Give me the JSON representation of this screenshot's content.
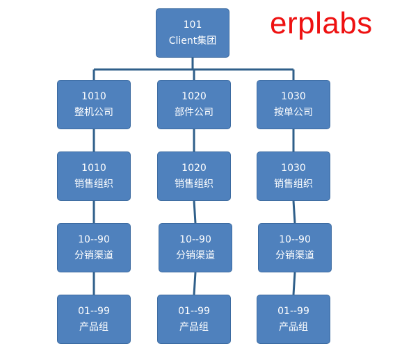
{
  "brand": {
    "text": "erplabs",
    "color": "#ee1111"
  },
  "colors": {
    "node_fill": "#4f81bd",
    "node_border": "#3b6aa0",
    "connector": "#2f5f8a",
    "node_text": "#ffffff"
  },
  "root": {
    "code": "101",
    "name": "Client集团"
  },
  "branches": [
    {
      "company": {
        "code": "1010",
        "name": "整机公司"
      },
      "sales_org": {
        "code": "1010",
        "name": "销售组织"
      },
      "channel": {
        "code": "10--90",
        "name": "分销渠道"
      },
      "division": {
        "code": "01--99",
        "name": "产品组"
      }
    },
    {
      "company": {
        "code": "1020",
        "name": "部件公司"
      },
      "sales_org": {
        "code": "1020",
        "name": "销售组织"
      },
      "channel": {
        "code": "10--90",
        "name": "分销渠道"
      },
      "division": {
        "code": "01--99",
        "name": "产品组"
      }
    },
    {
      "company": {
        "code": "1030",
        "name": "按单公司"
      },
      "sales_org": {
        "code": "1030",
        "name": "销售组织"
      },
      "channel": {
        "code": "10--90",
        "name": "分销渠道"
      },
      "division": {
        "code": "01--99",
        "name": "产品组"
      }
    }
  ]
}
